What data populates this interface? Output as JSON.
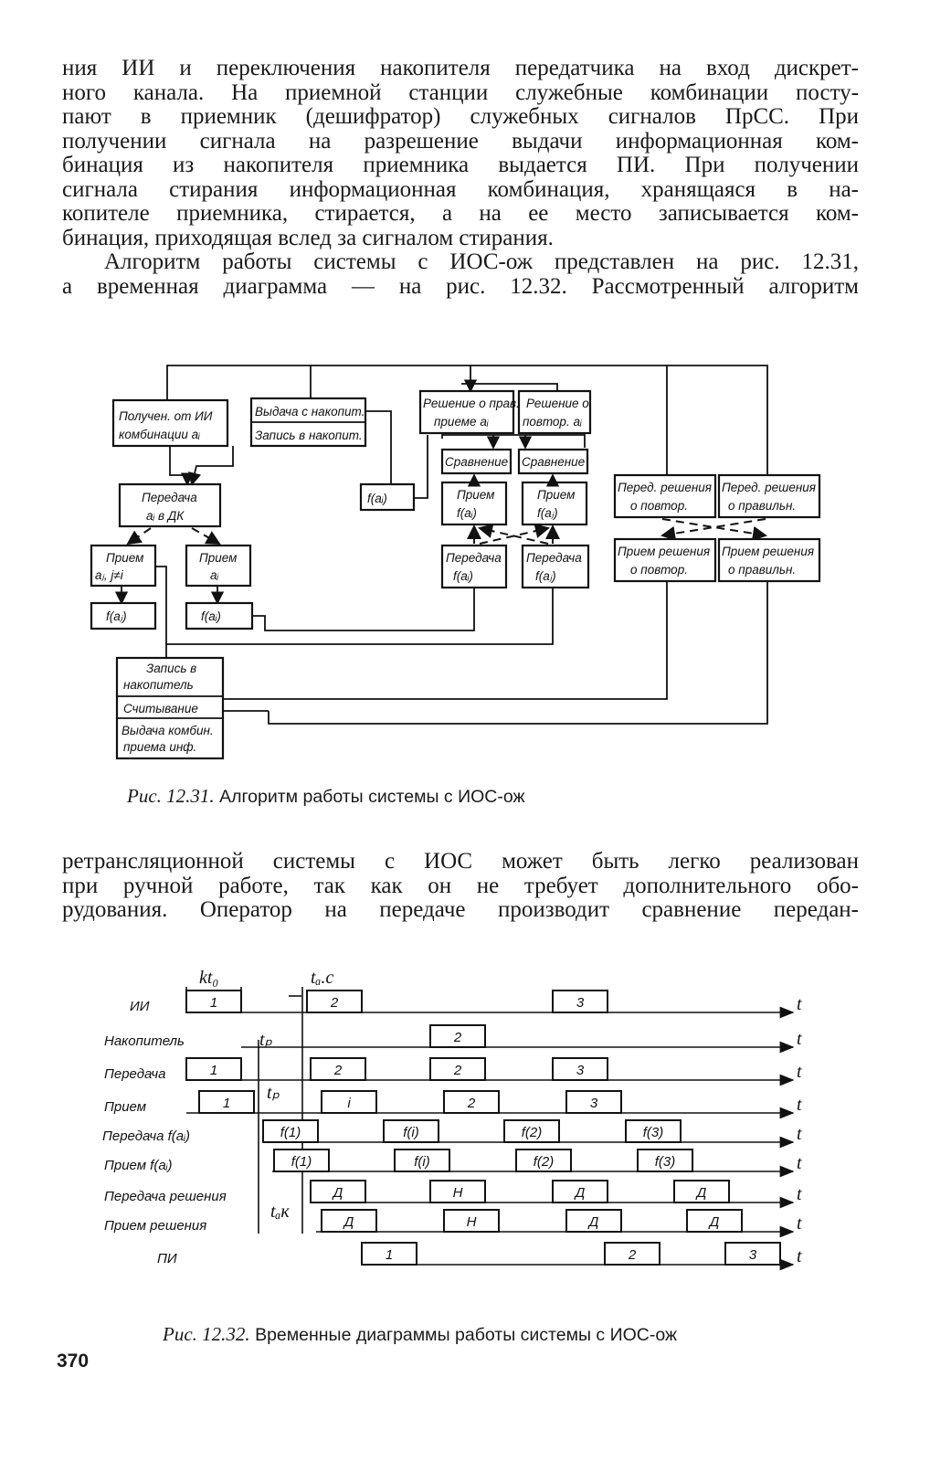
{
  "paragraph1": [
    "ния ИИ и переключения накопителя передатчика на вход дискрет-",
    "ного канала. На приемной станции служебные комбинации посту-",
    "пают в приемник (дешифратор) служебных сигналов ПрСС. При",
    "получении сигнала на разрешение выдачи информационная ком-",
    "бинация из накопителя приемника выдается ПИ. При получении",
    "сигнала стирания информационная комбинация, хранящаяся в на-",
    "копителе приемника, стирается, а на ее место записывается ком-",
    "бинация, приходящая вслед за сигналом стирания.",
    "Алгоритм работы системы с ИОС-ож представлен на рис. 12.31,",
    "а временная диаграмма — на рис. 12.32. Рассмотренный алгоритм"
  ],
  "paragraph2": [
    "ретрансляционной системы с ИОС может быть легко реализован",
    "при ручной работе, так как он не требует дополнительного обо-",
    "рудования. Оператор на передаче производит сравнение передан-"
  ],
  "figure1": {
    "caption_label": "Рис. 12.31.",
    "caption_text": " Алгоритм работы системы с ИОС-ож",
    "boxes": {
      "received": [
        "Получен. от ИИ",
        "комбинации aᵢ"
      ],
      "issue_top": "Выдача с накопит.",
      "issue_bottom": "Запись в накопит.",
      "fa_left": "f(aᵢ)",
      "transmit_dk": [
        "Передача",
        "aᵢ в ДК"
      ],
      "recv_aj": [
        "Прием",
        "aⱼ, j≠i"
      ],
      "recv_ai": [
        "Прием",
        "aᵢ"
      ],
      "faj_small": "f(aⱼ)",
      "fai_small": "f(aᵢ)",
      "decision_correct": [
        "Решение о прав.",
        "приеме aᵢ"
      ],
      "decision_repeat": [
        "Решение о",
        "повтор. aᵢ"
      ],
      "compare1": "Сравнение",
      "compare2": "Сравнение",
      "recv_fai": [
        "Прием",
        "f(aᵢ)"
      ],
      "recv_faj": [
        "Прием",
        "f(aⱼ)"
      ],
      "send_fai": [
        "Передача",
        "f(aᵢ)"
      ],
      "send_faj": [
        "Передача",
        "f(aⱼ)"
      ],
      "trans_dec_repeat": [
        "Перед. решения",
        "о повтор."
      ],
      "trans_dec_correct": [
        "Перед. решения",
        "о правильн."
      ],
      "recv_dec_repeat": [
        "Прием решения",
        "о повтор."
      ],
      "recv_dec_correct": [
        "Прием решения",
        "о правильн."
      ],
      "storage_write": [
        "Запись в",
        "накопитель"
      ],
      "storage_read": "Считывание",
      "storage_issue": [
        "Выдача комбин.",
        "приема инф."
      ]
    }
  },
  "figure2": {
    "caption_label": "Рис. 12.32.",
    "caption_text": " Временные диаграммы работы системы с ИОС-ож",
    "time_symbol": "t",
    "annotations": {
      "kt0": "kt₀",
      "tac": "tₐ.c",
      "tp1": "tₚ",
      "tp2": "tₚ",
      "tak": "tₐк"
    },
    "rows": [
      {
        "label": "ИИ",
        "pulses": [
          "1",
          "2",
          "3"
        ]
      },
      {
        "label": "Накопитель",
        "pulses": [
          "2"
        ]
      },
      {
        "label": "Передача",
        "pulses": [
          "1",
          "2",
          "2",
          "3"
        ]
      },
      {
        "label": "Прием",
        "pulses": [
          "1",
          "i",
          "2",
          "3"
        ]
      },
      {
        "label": "Передача f(aᵢ)",
        "pulses": [
          "f(1)",
          "f(i)",
          "f(2)",
          "f(3)"
        ]
      },
      {
        "label": "Прием f(aᵢ)",
        "pulses": [
          "f(1)",
          "f(i)",
          "f(2)",
          "f(3)"
        ]
      },
      {
        "label": "Передача решения",
        "pulses": [
          "Д",
          "Н",
          "Д",
          "Д"
        ]
      },
      {
        "label": "Прием решения",
        "pulses": [
          "Д",
          "Н",
          "Д",
          "Д"
        ]
      },
      {
        "label": "ПИ",
        "pulses": [
          "1",
          "2",
          "3"
        ]
      }
    ]
  },
  "page_number": "370"
}
